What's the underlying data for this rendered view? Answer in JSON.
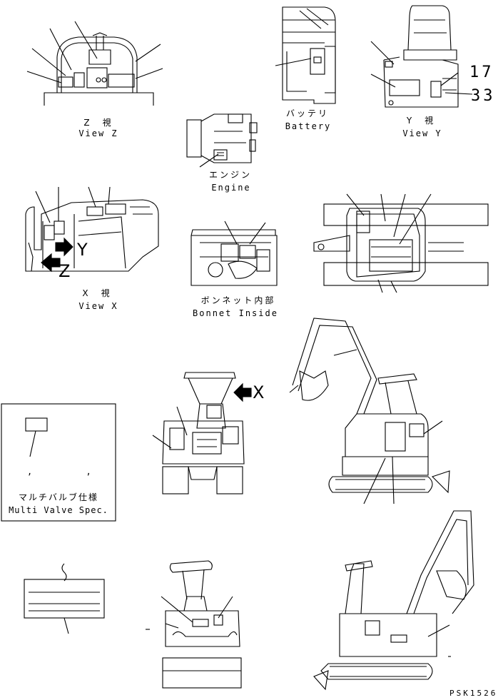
{
  "views": {
    "z": {
      "jp": "Z　視",
      "en": "View Z"
    },
    "battery": {
      "jp": "バッテリ",
      "en": "Battery"
    },
    "y": {
      "jp": "Y　視",
      "en": "View Y"
    },
    "engine": {
      "jp": "エンジン",
      "en": "Engine"
    },
    "x": {
      "jp": "X　視",
      "en": "View X"
    },
    "bonnet": {
      "jp": "ボンネット内部",
      "en": "Bonnet Inside"
    }
  },
  "callouts": {
    "n17": "17",
    "n33": "33"
  },
  "arrows": {
    "y": "Y",
    "z": "Z",
    "x": "X"
  },
  "multi_valve": {
    "jp": "マルチバルブ仕様",
    "en": "Multi Valve Spec.",
    "marks": ", ,"
  },
  "drawing_code": "PSK1526",
  "colors": {
    "line": "#000000",
    "background": "#ffffff"
  }
}
